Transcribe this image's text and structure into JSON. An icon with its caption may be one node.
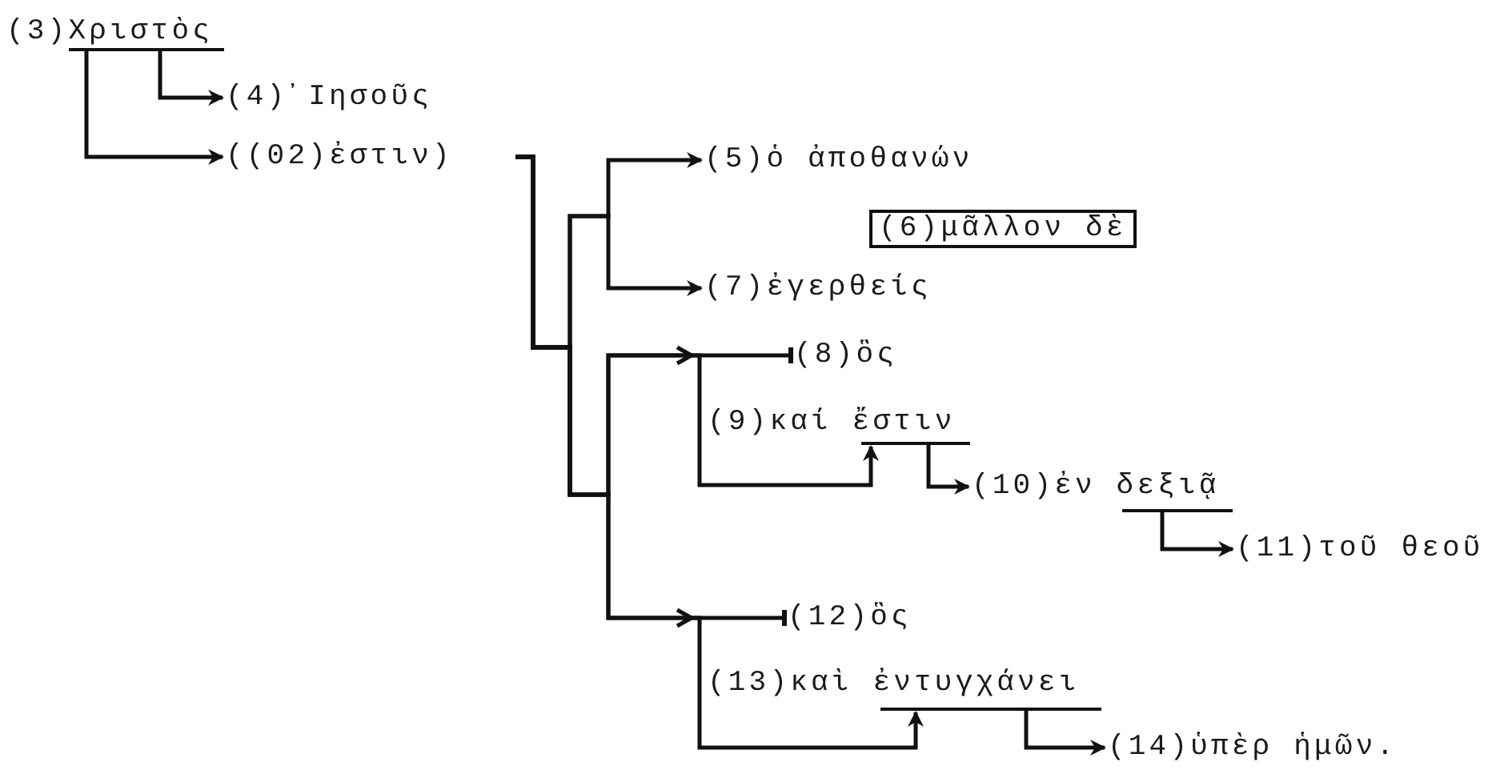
{
  "diagram": {
    "nodes": [
      {
        "text": [
          "(3)Χριστὸς"
        ]
      },
      {
        "text": [
          "(4)᾿Ιησοῦς"
        ]
      },
      {
        "text": [
          "((02)ἐστιν)"
        ]
      },
      {
        "text": [
          "(5)ὁ ἀποθανών"
        ]
      },
      {
        "text": [
          "(6)μᾶλλον δὲ"
        ]
      },
      {
        "text": [
          "(7)ἐγερθείς"
        ]
      },
      {
        "text": [
          "(8)ὃς"
        ]
      },
      {
        "text": [
          "(9)καί ἔστιν"
        ]
      },
      {
        "text": [
          "(10)ἐν δεξιᾷ"
        ]
      },
      {
        "text": [
          "(11)τοῦ θεοῦ"
        ]
      },
      {
        "text": [
          "(12)ὃς"
        ]
      },
      {
        "text": [
          "(13)καὶ ἐντυγχάνει"
        ]
      },
      {
        "text": [
          "(14)ὑπὲρ ἡμῶν."
        ]
      }
    ],
    "edges": [
      {
        "from": 0,
        "to": 1,
        "arrow": "to"
      },
      {
        "from": 0,
        "to": 2,
        "arrow": "to"
      },
      {
        "from": 2,
        "to": 3,
        "arrow": "to"
      },
      {
        "from": 2,
        "to": 5,
        "arrow": "to"
      },
      {
        "from": 2,
        "to": 6,
        "arrow": "other"
      },
      {
        "from": 2,
        "to": 7,
        "arrow": "to"
      },
      {
        "from": 7,
        "to": 8,
        "arrow": "to"
      },
      {
        "from": 8,
        "to": 9,
        "arrow": "to"
      },
      {
        "from": 2,
        "to": 10,
        "arrow": "other"
      },
      {
        "from": 2,
        "to": 11,
        "arrow": "to"
      },
      {
        "from": 11,
        "to": 12,
        "arrow": "to"
      }
    ]
  }
}
